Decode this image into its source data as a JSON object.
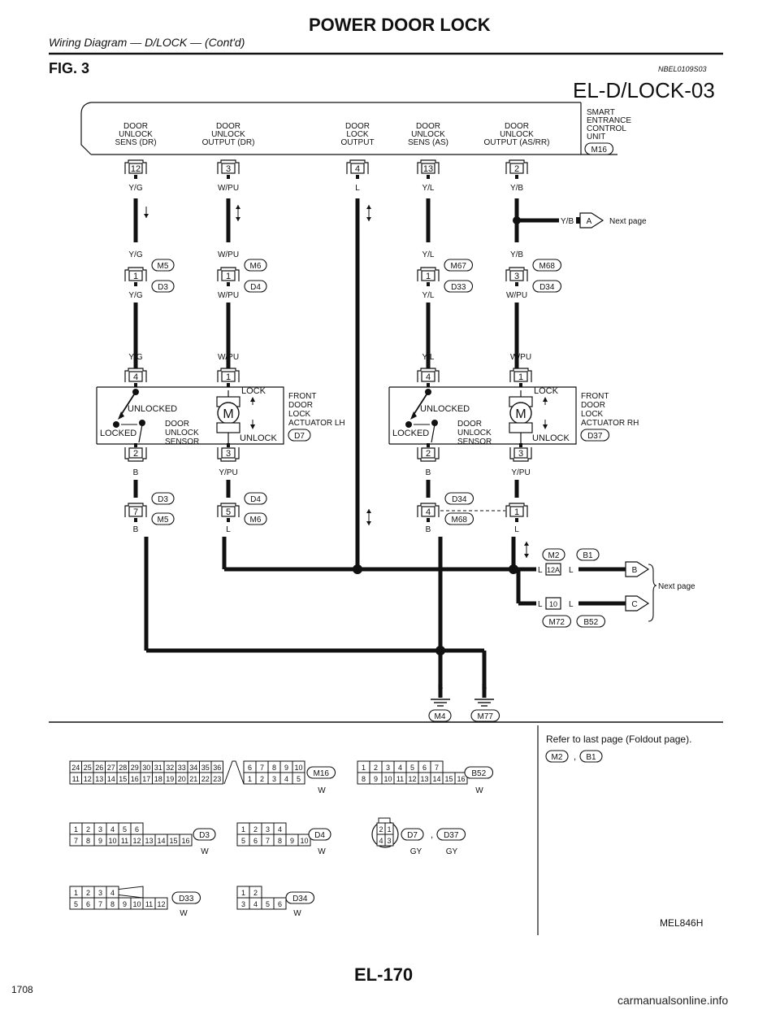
{
  "header": {
    "title": "POWER DOOR LOCK",
    "subtitle": "Wiring Diagram — D/LOCK — (Cont'd)",
    "figure": "FIG. 3",
    "code": "NBEL0109S03",
    "diagram_id": "EL-D/LOCK-03"
  },
  "control_unit": {
    "name": [
      "SMART",
      "ENTRANCE",
      "CONTROL",
      "UNIT"
    ],
    "connector": "M16"
  },
  "terminals": [
    {
      "label": [
        "DOOR",
        "UNLOCK",
        "SENS (DR)"
      ],
      "pin": "12",
      "wire": "Y/G"
    },
    {
      "label": [
        "DOOR",
        "UNLOCK",
        "OUTPUT (DR)"
      ],
      "pin": "3",
      "wire": "W/PU"
    },
    {
      "label": [
        "DOOR",
        "LOCK",
        "OUTPUT"
      ],
      "pin": "4",
      "wire": "L"
    },
    {
      "label": [
        "DOOR",
        "UNLOCK",
        "SENS (AS)"
      ],
      "pin": "13",
      "wire": "Y/L"
    },
    {
      "label": [
        "DOOR",
        "UNLOCK",
        "OUTPUT (AS/RR)"
      ],
      "pin": "2",
      "wire": "Y/B"
    }
  ],
  "next_page_branch": {
    "wire": "Y/B",
    "arrow": "A",
    "text": "Next page"
  },
  "mid_connectors": [
    {
      "top_wire": "Y/G",
      "pin": "1",
      "conn_top": "M5",
      "conn_bottom": "D3",
      "bottom_wire": "Y/G"
    },
    {
      "top_wire": "W/PU",
      "pin": "1",
      "conn_top": "M6",
      "conn_bottom": "D4",
      "bottom_wire": "W/PU"
    },
    {
      "top_wire": "Y/L",
      "pin": "1",
      "conn_top": "M67",
      "conn_bottom": "D33",
      "bottom_wire": "Y/L"
    },
    {
      "top_wire": "Y/B",
      "pin": "3",
      "conn_top": "M68",
      "conn_bottom": "D34",
      "bottom_wire": "W/PU"
    }
  ],
  "actuators": [
    {
      "wires_in": [
        "Y/G",
        "W/PU"
      ],
      "pins_in": [
        "4",
        "1"
      ],
      "lock": "LOCK",
      "unlock": "UNLOCK",
      "unlocked": "UNLOCKED",
      "locked": "LOCKED",
      "sensor": [
        "DOOR",
        "UNLOCK",
        "SENSOR"
      ],
      "motor": "M",
      "name": [
        "FRONT",
        "DOOR",
        "LOCK",
        "ACTUATOR LH"
      ],
      "connector": "D7",
      "pins_out": [
        "2",
        "3"
      ],
      "wires_out": [
        "B",
        "Y/PU"
      ]
    },
    {
      "wires_in": [
        "Y/L",
        "W/PU"
      ],
      "pins_in": [
        "4",
        "1"
      ],
      "lock": "LOCK",
      "unlock": "UNLOCK",
      "unlocked": "UNLOCKED",
      "locked": "LOCKED",
      "sensor": [
        "DOOR",
        "UNLOCK",
        "SENSOR"
      ],
      "motor": "M",
      "name": [
        "FRONT",
        "DOOR",
        "LOCK",
        "ACTUATOR RH"
      ],
      "connector": "D37",
      "pins_out": [
        "2",
        "3"
      ],
      "wires_out": [
        "B",
        "Y/PU"
      ]
    }
  ],
  "lower_connectors": [
    {
      "pin": "7",
      "conn_top": "D3",
      "conn_bottom": "M5",
      "wire": "B"
    },
    {
      "pin": "5",
      "conn_top": "D4",
      "conn_bottom": "M6",
      "wire": "L"
    },
    {
      "pin": "4",
      "conn_top": "D34",
      "conn_bottom": "M68",
      "wire": "B"
    },
    {
      "pin": "1",
      "wire": "L"
    }
  ],
  "right_branches": {
    "connectors_top": [
      "M2",
      "B1"
    ],
    "pin_top": "12A",
    "arrow_top": "B",
    "pin_bottom": "10",
    "arrow_bottom": "C",
    "connectors_bottom": [
      "M72",
      "B52"
    ],
    "wire": "L",
    "text": "Next page"
  },
  "grounds": [
    {
      "wire": "B",
      "connector": "M4"
    },
    {
      "wire": "B",
      "connector": "M77"
    }
  ],
  "connector_views": {
    "m16": {
      "row1": [
        "24",
        "25",
        "26",
        "27",
        "28",
        "29",
        "30",
        "31",
        "32",
        "33",
        "34",
        "35",
        "36"
      ],
      "row2": [
        "11",
        "12",
        "13",
        "14",
        "15",
        "16",
        "17",
        "18",
        "19",
        "20",
        "21",
        "22",
        "23"
      ],
      "right_row1": [
        "6",
        "7",
        "8",
        "9",
        "10"
      ],
      "right_row2": [
        "1",
        "2",
        "3",
        "4",
        "5"
      ],
      "name": "M16",
      "color": "W"
    },
    "b52": {
      "row1": [
        "1",
        "2",
        "3",
        "4",
        "5",
        "6",
        "7"
      ],
      "row2": [
        "8",
        "9",
        "10",
        "11",
        "12",
        "13",
        "14",
        "15",
        "16"
      ],
      "name": "B52",
      "color": "W"
    },
    "d3": {
      "row1": [
        "1",
        "2",
        "3",
        "4",
        "5",
        "6"
      ],
      "row2": [
        "7",
        "8",
        "9",
        "10",
        "11",
        "12",
        "13",
        "14",
        "15",
        "16"
      ],
      "name": "D3",
      "color": "W"
    },
    "d4": {
      "row1": [
        "1",
        "2",
        "3",
        "4"
      ],
      "row2": [
        "5",
        "6",
        "7",
        "8",
        "9",
        "10"
      ],
      "name": "D4",
      "color": "W"
    },
    "d7": {
      "pins": [
        "2",
        "1",
        "4",
        "3"
      ],
      "name1": "D7",
      "name2": "D37",
      "sep": ",",
      "color1": "GY",
      "color2": "GY"
    },
    "d33": {
      "row1": [
        "1",
        "2",
        "3",
        "4"
      ],
      "row2": [
        "5",
        "6",
        "7",
        "8",
        "9",
        "10",
        "11",
        "12"
      ],
      "name": "D33",
      "color": "W"
    },
    "d34": {
      "row1": [
        "1",
        "2"
      ],
      "row2": [
        "3",
        "4",
        "5",
        "6"
      ],
      "name": "D34",
      "color": "W"
    }
  },
  "refer_note": {
    "text": "Refer to last page (Foldout page).",
    "connectors": [
      "M2",
      "B1"
    ],
    "sep": ","
  },
  "footer": {
    "ref": "MEL846H",
    "page": "EL-170",
    "page_number": "1708",
    "watermark": "carmanualsonline.info"
  }
}
